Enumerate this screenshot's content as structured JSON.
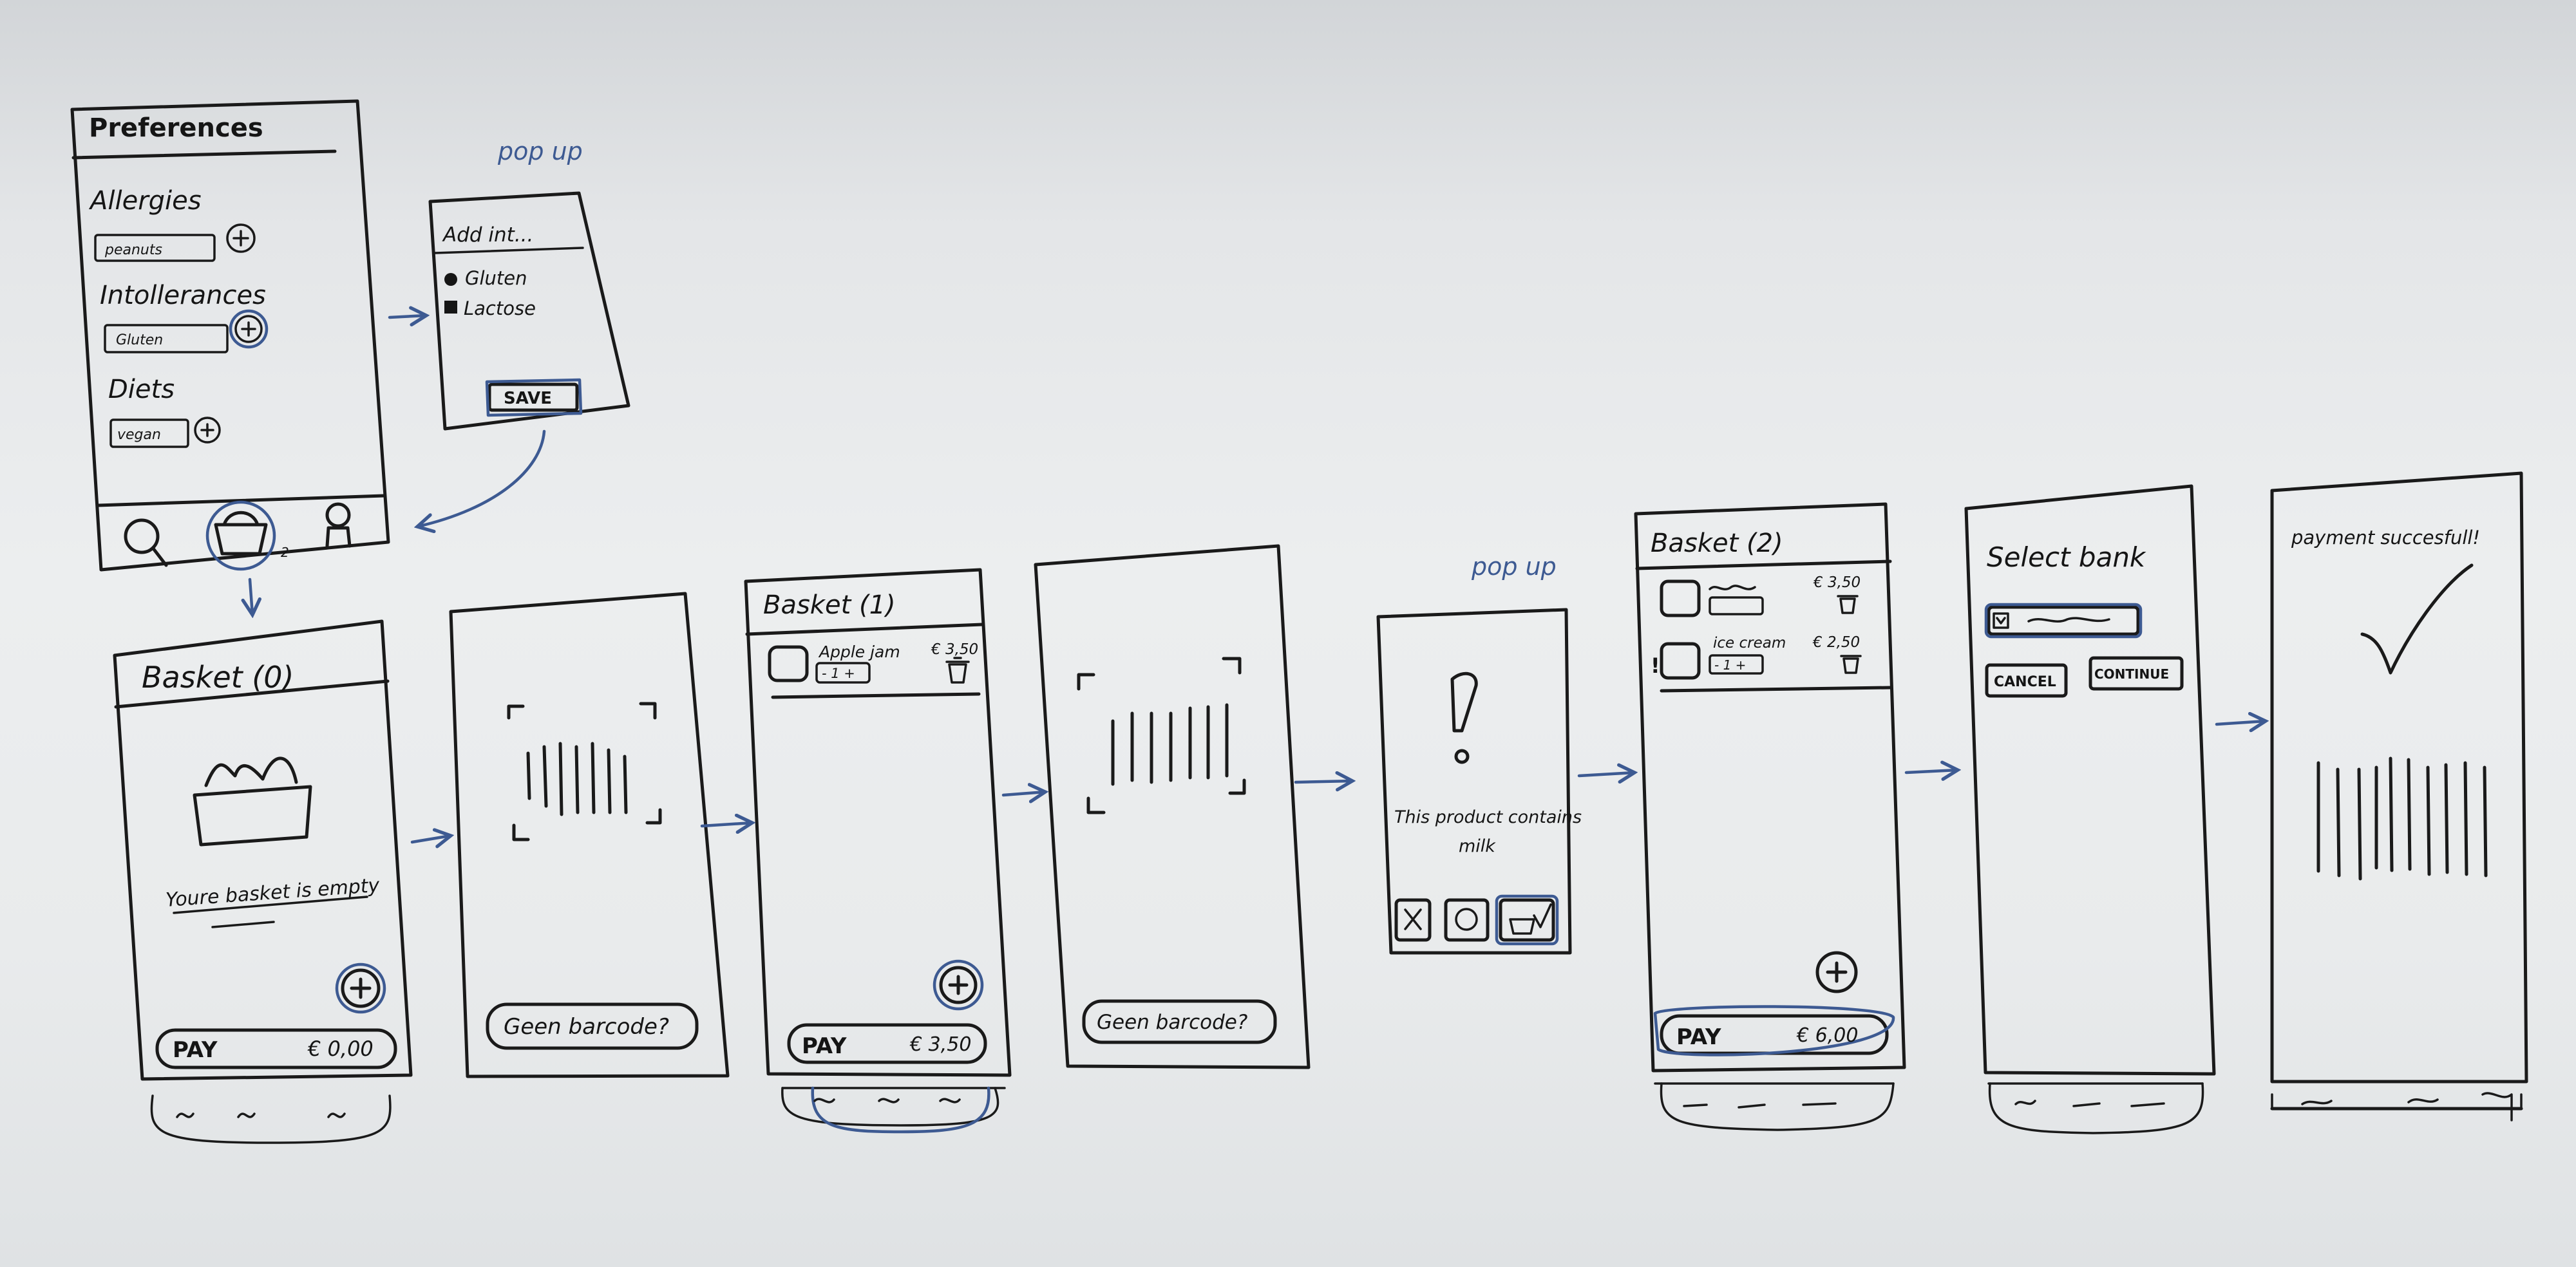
{
  "popup_note_1": "pop up",
  "popup_note_2": "pop up",
  "preferences": {
    "title": "Preferences",
    "allergies": {
      "label": "Allergies",
      "chip": "peanuts"
    },
    "intolerances": {
      "label": "Intollerances",
      "chip": "Gluten"
    },
    "diets": {
      "label": "Diets",
      "chip": "vegan"
    },
    "nav_badge": "2",
    "icons": [
      "search-icon",
      "basket-icon",
      "profile-icon"
    ]
  },
  "add_popup": {
    "title": "Add int...",
    "options": [
      "Gluten",
      "Lactose"
    ],
    "save": "SAVE"
  },
  "basket_empty": {
    "title": "Basket (0)",
    "message": "Youre basket is empty",
    "pay": "PAY",
    "total": "€ 0,00"
  },
  "scanner_1": {
    "button": "Geen barcode?"
  },
  "basket_one": {
    "title": "Basket (1)",
    "item_name": "Apple jam",
    "item_price": "€ 3,50",
    "stepper": "- 1 +",
    "pay": "PAY",
    "total": "€ 3,50"
  },
  "scanner_2": {
    "button": "Geen barcode?"
  },
  "warning_popup": {
    "mark": "!",
    "message_line1": "This product contains",
    "message_line2": "milk"
  },
  "basket_two": {
    "title": "Basket (2)",
    "item1_price": "€ 3,50",
    "item2_name": "ice cream",
    "item2_price": "€ 2,50",
    "stepper": "- 1 +",
    "warn_mark": "!",
    "pay": "PAY",
    "total": "€ 6,00"
  },
  "select_bank": {
    "title": "Select bank",
    "cancel": "CANCEL",
    "continue": "CONTINUE"
  },
  "payment": {
    "title": "payment succesfull!"
  }
}
